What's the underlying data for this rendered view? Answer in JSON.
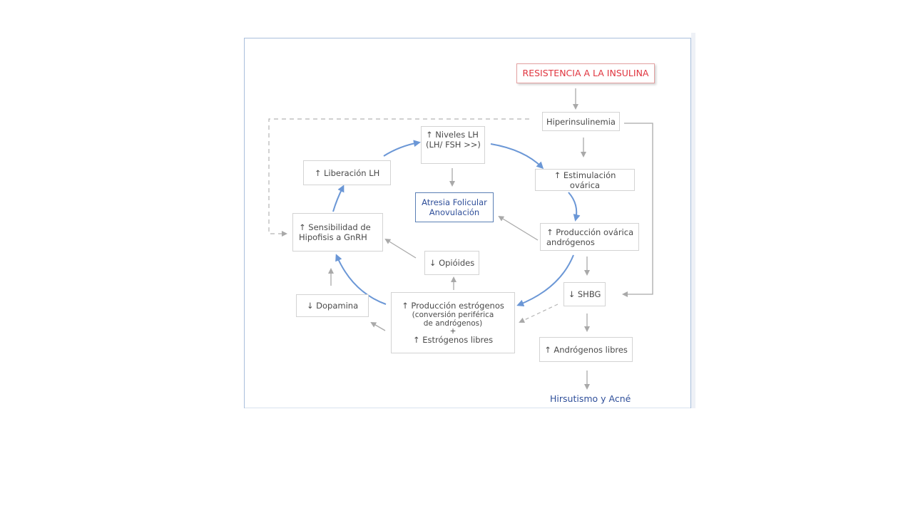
{
  "diagram": {
    "title": "RESISTENCIA A LA INSULINA",
    "nodes": {
      "hiperinsulinemia": "Hiperinsulinemia",
      "niveles_lh": "↑ Niveles LH\n(LH/ FSH >>)",
      "liberacion_lh": "↑ Liberación LH",
      "estimulacion_ovarica": "↑ Estimulación ovárica",
      "atresia": "Atresia Folicular\nAnovulación",
      "sensibilidad": "↑ Sensibilidad de\nHipofisis a GnRH",
      "produccion_ovarica": "↑  Producción ovárica\nandrógenos",
      "opioides": "↓ Opióides",
      "dopamina": "↓ Dopamina",
      "produccion_estrogenos_line1": "↑ Producción estrógenos",
      "produccion_estrogenos_line2": "(conversión periférica\nde andrógenos)",
      "produccion_estrogenos_plus": "+",
      "estrogenos_libres": "↑ Estrógenos libres",
      "shbg": "↓ SHBG",
      "androgenos_libres": "↑ Andrógenos libres",
      "hirsutismo": "Hirsutismo y Acné"
    },
    "colors": {
      "title_red": "#e0353f",
      "blue_text": "#2f4f9a",
      "blue_arrow": "#6b97d6",
      "gray_arrow": "#a9a9a9",
      "box_border": "#d3d3d3"
    }
  }
}
